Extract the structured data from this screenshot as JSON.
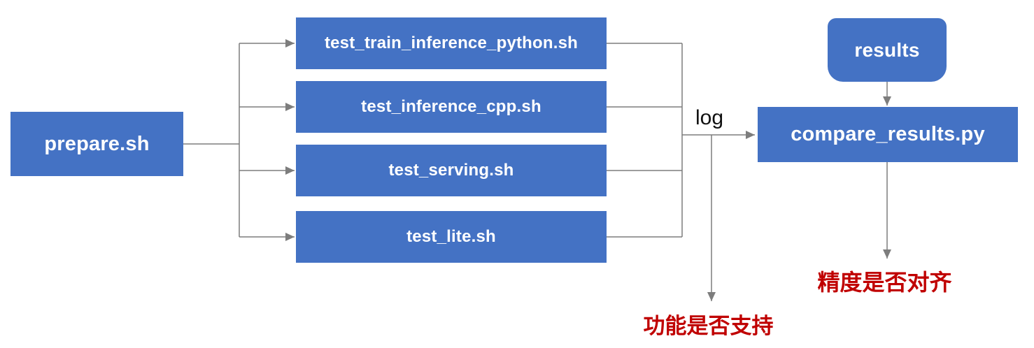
{
  "colors": {
    "node_fill": "#4472C4",
    "node_text": "#FFFFFF",
    "connector": "#7D7D7D",
    "log_text": "#111111",
    "highlight_text": "#C00000"
  },
  "nodes": {
    "prepare": {
      "label": "prepare.sh"
    },
    "tests": [
      {
        "label": "test_train_inference_python.sh"
      },
      {
        "label": "test_inference_cpp.sh"
      },
      {
        "label": "test_serving.sh"
      },
      {
        "label": "test_lite.sh"
      }
    ],
    "results": {
      "label": "results"
    },
    "compare": {
      "label": "compare_results.py"
    }
  },
  "labels": {
    "log": "log",
    "function_support": "功能是否支持",
    "accuracy_alignment": "精度是否对齐"
  }
}
